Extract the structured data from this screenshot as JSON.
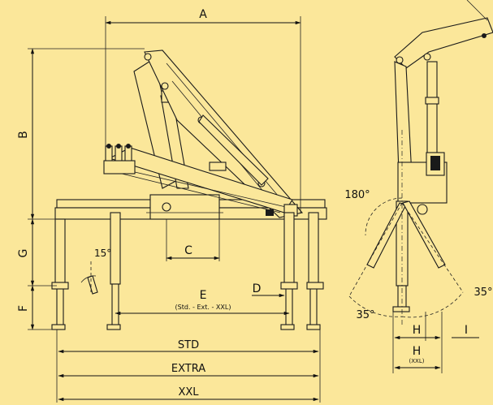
{
  "labels": {
    "A": "A",
    "B": "B",
    "C": "C",
    "D": "D",
    "E": "E",
    "E_sub": "(Std. - Ext. - XXL)",
    "F": "F",
    "G": "G",
    "H": "H",
    "H_xxl": "H",
    "H_xxl_sub": "(XXL)",
    "I": "I",
    "STD": "STD",
    "EXTRA": "EXTRA",
    "XXL": "XXL",
    "angle_15": "15°",
    "angle_180": "180°",
    "angle_35_left": "35°",
    "angle_35_right": "35°"
  },
  "colors": {
    "background": "#fbe79a",
    "line": "#1a1a1a"
  }
}
